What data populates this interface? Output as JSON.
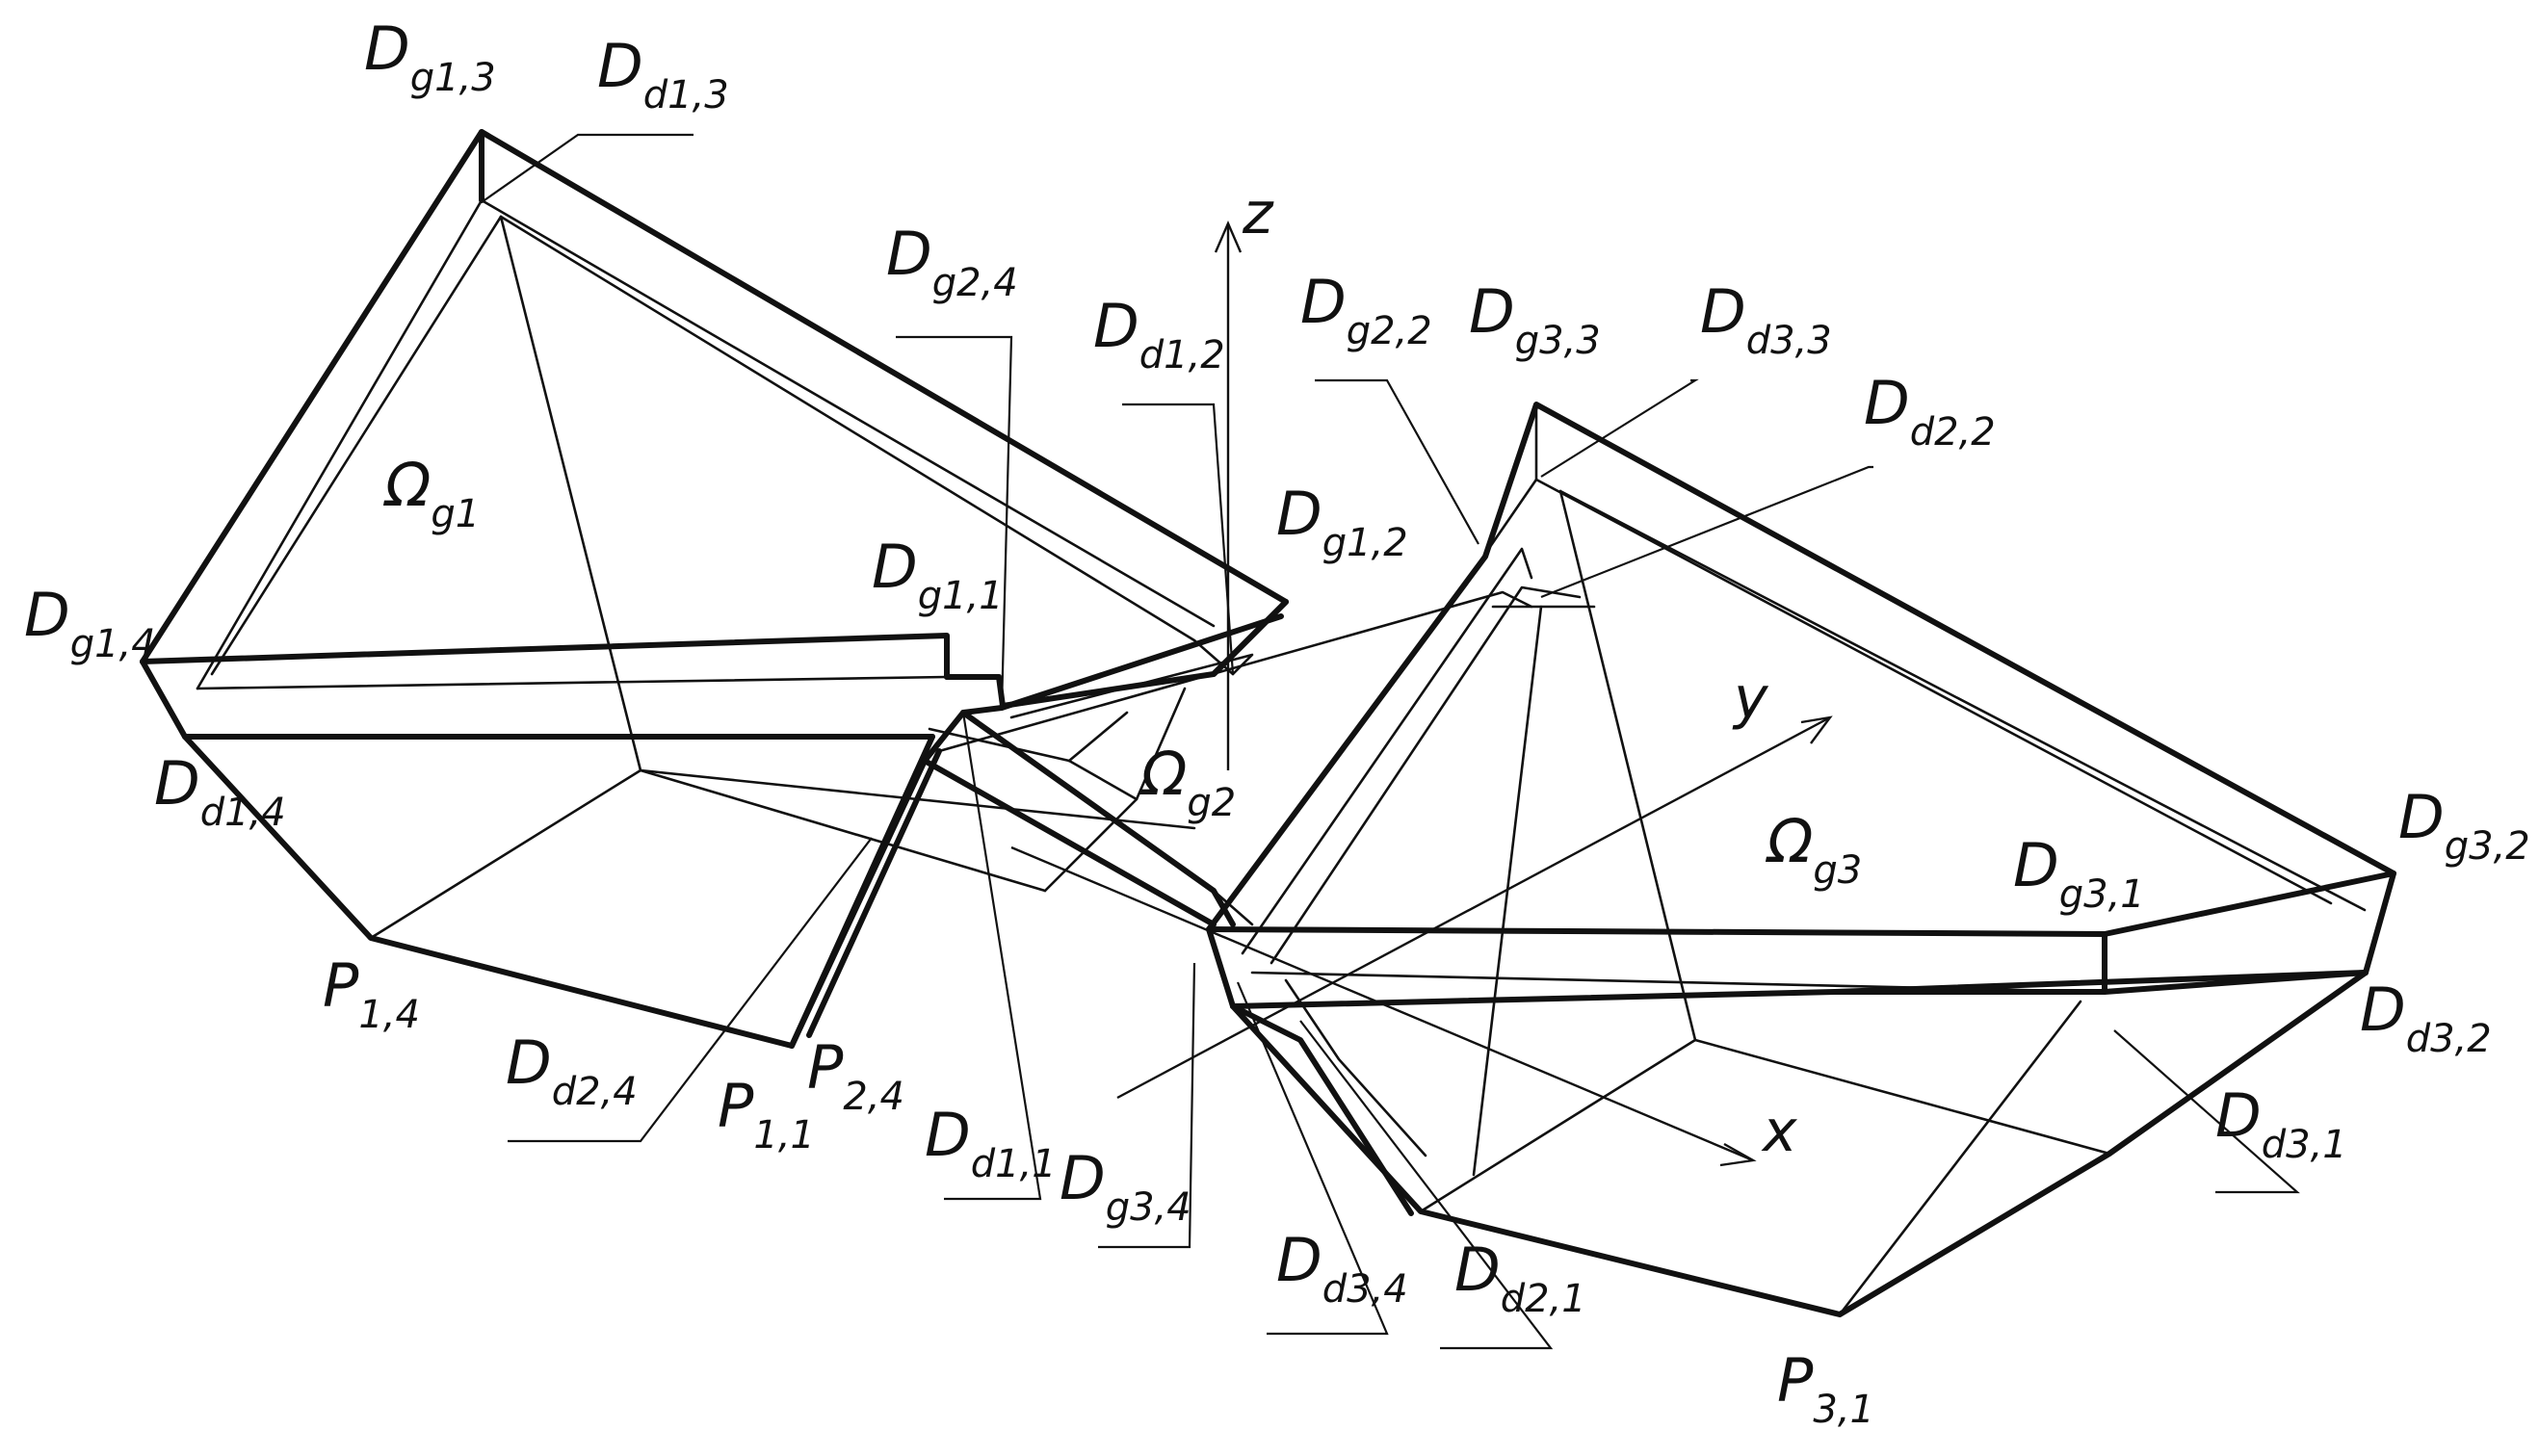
{
  "diagram": {
    "axes": {
      "x": "x",
      "y": "y",
      "z": "z"
    },
    "regions": [
      {
        "id": "omega-g1",
        "main": "Ω",
        "sub": "g1"
      },
      {
        "id": "omega-g2",
        "main": "Ω",
        "sub": "g2"
      },
      {
        "id": "omega-g3",
        "main": "Ω",
        "sub": "g3"
      }
    ],
    "labels": [
      {
        "id": "Dg13",
        "main": "D",
        "sub": "g1,3"
      },
      {
        "id": "Dd13",
        "main": "D",
        "sub": "d1,3"
      },
      {
        "id": "Dg24",
        "main": "D",
        "sub": "g2,4"
      },
      {
        "id": "Dd12",
        "main": "D",
        "sub": "d1,2"
      },
      {
        "id": "Dg22",
        "main": "D",
        "sub": "g2,2"
      },
      {
        "id": "Dg33",
        "main": "D",
        "sub": "g3,3"
      },
      {
        "id": "Dd33",
        "main": "D",
        "sub": "d3,3"
      },
      {
        "id": "Dd22",
        "main": "D",
        "sub": "d2,2"
      },
      {
        "id": "Dg12",
        "main": "D",
        "sub": "g1,2"
      },
      {
        "id": "Dg11",
        "main": "D",
        "sub": "g1,1"
      },
      {
        "id": "Dg14",
        "main": "D",
        "sub": "g1,4"
      },
      {
        "id": "Dd14",
        "main": "D",
        "sub": "d1,4"
      },
      {
        "id": "P14",
        "main": "P",
        "sub": "1,4"
      },
      {
        "id": "Dd24",
        "main": "D",
        "sub": "d2,4"
      },
      {
        "id": "P11",
        "main": "P",
        "sub": "1,1"
      },
      {
        "id": "P24",
        "main": "P",
        "sub": "2,4"
      },
      {
        "id": "Dd11",
        "main": "D",
        "sub": "d1,1"
      },
      {
        "id": "Dg34",
        "main": "D",
        "sub": "g3,4"
      },
      {
        "id": "Dd34",
        "main": "D",
        "sub": "d3,4"
      },
      {
        "id": "Dd21",
        "main": "D",
        "sub": "d2,1"
      },
      {
        "id": "P31",
        "main": "P",
        "sub": "3,1"
      },
      {
        "id": "Dd31",
        "main": "D",
        "sub": "d3,1"
      },
      {
        "id": "Dd32",
        "main": "D",
        "sub": "d3,2"
      },
      {
        "id": "Dg32",
        "main": "D",
        "sub": "g3,2"
      },
      {
        "id": "Dg31",
        "main": "D",
        "sub": "g3,1"
      }
    ]
  }
}
